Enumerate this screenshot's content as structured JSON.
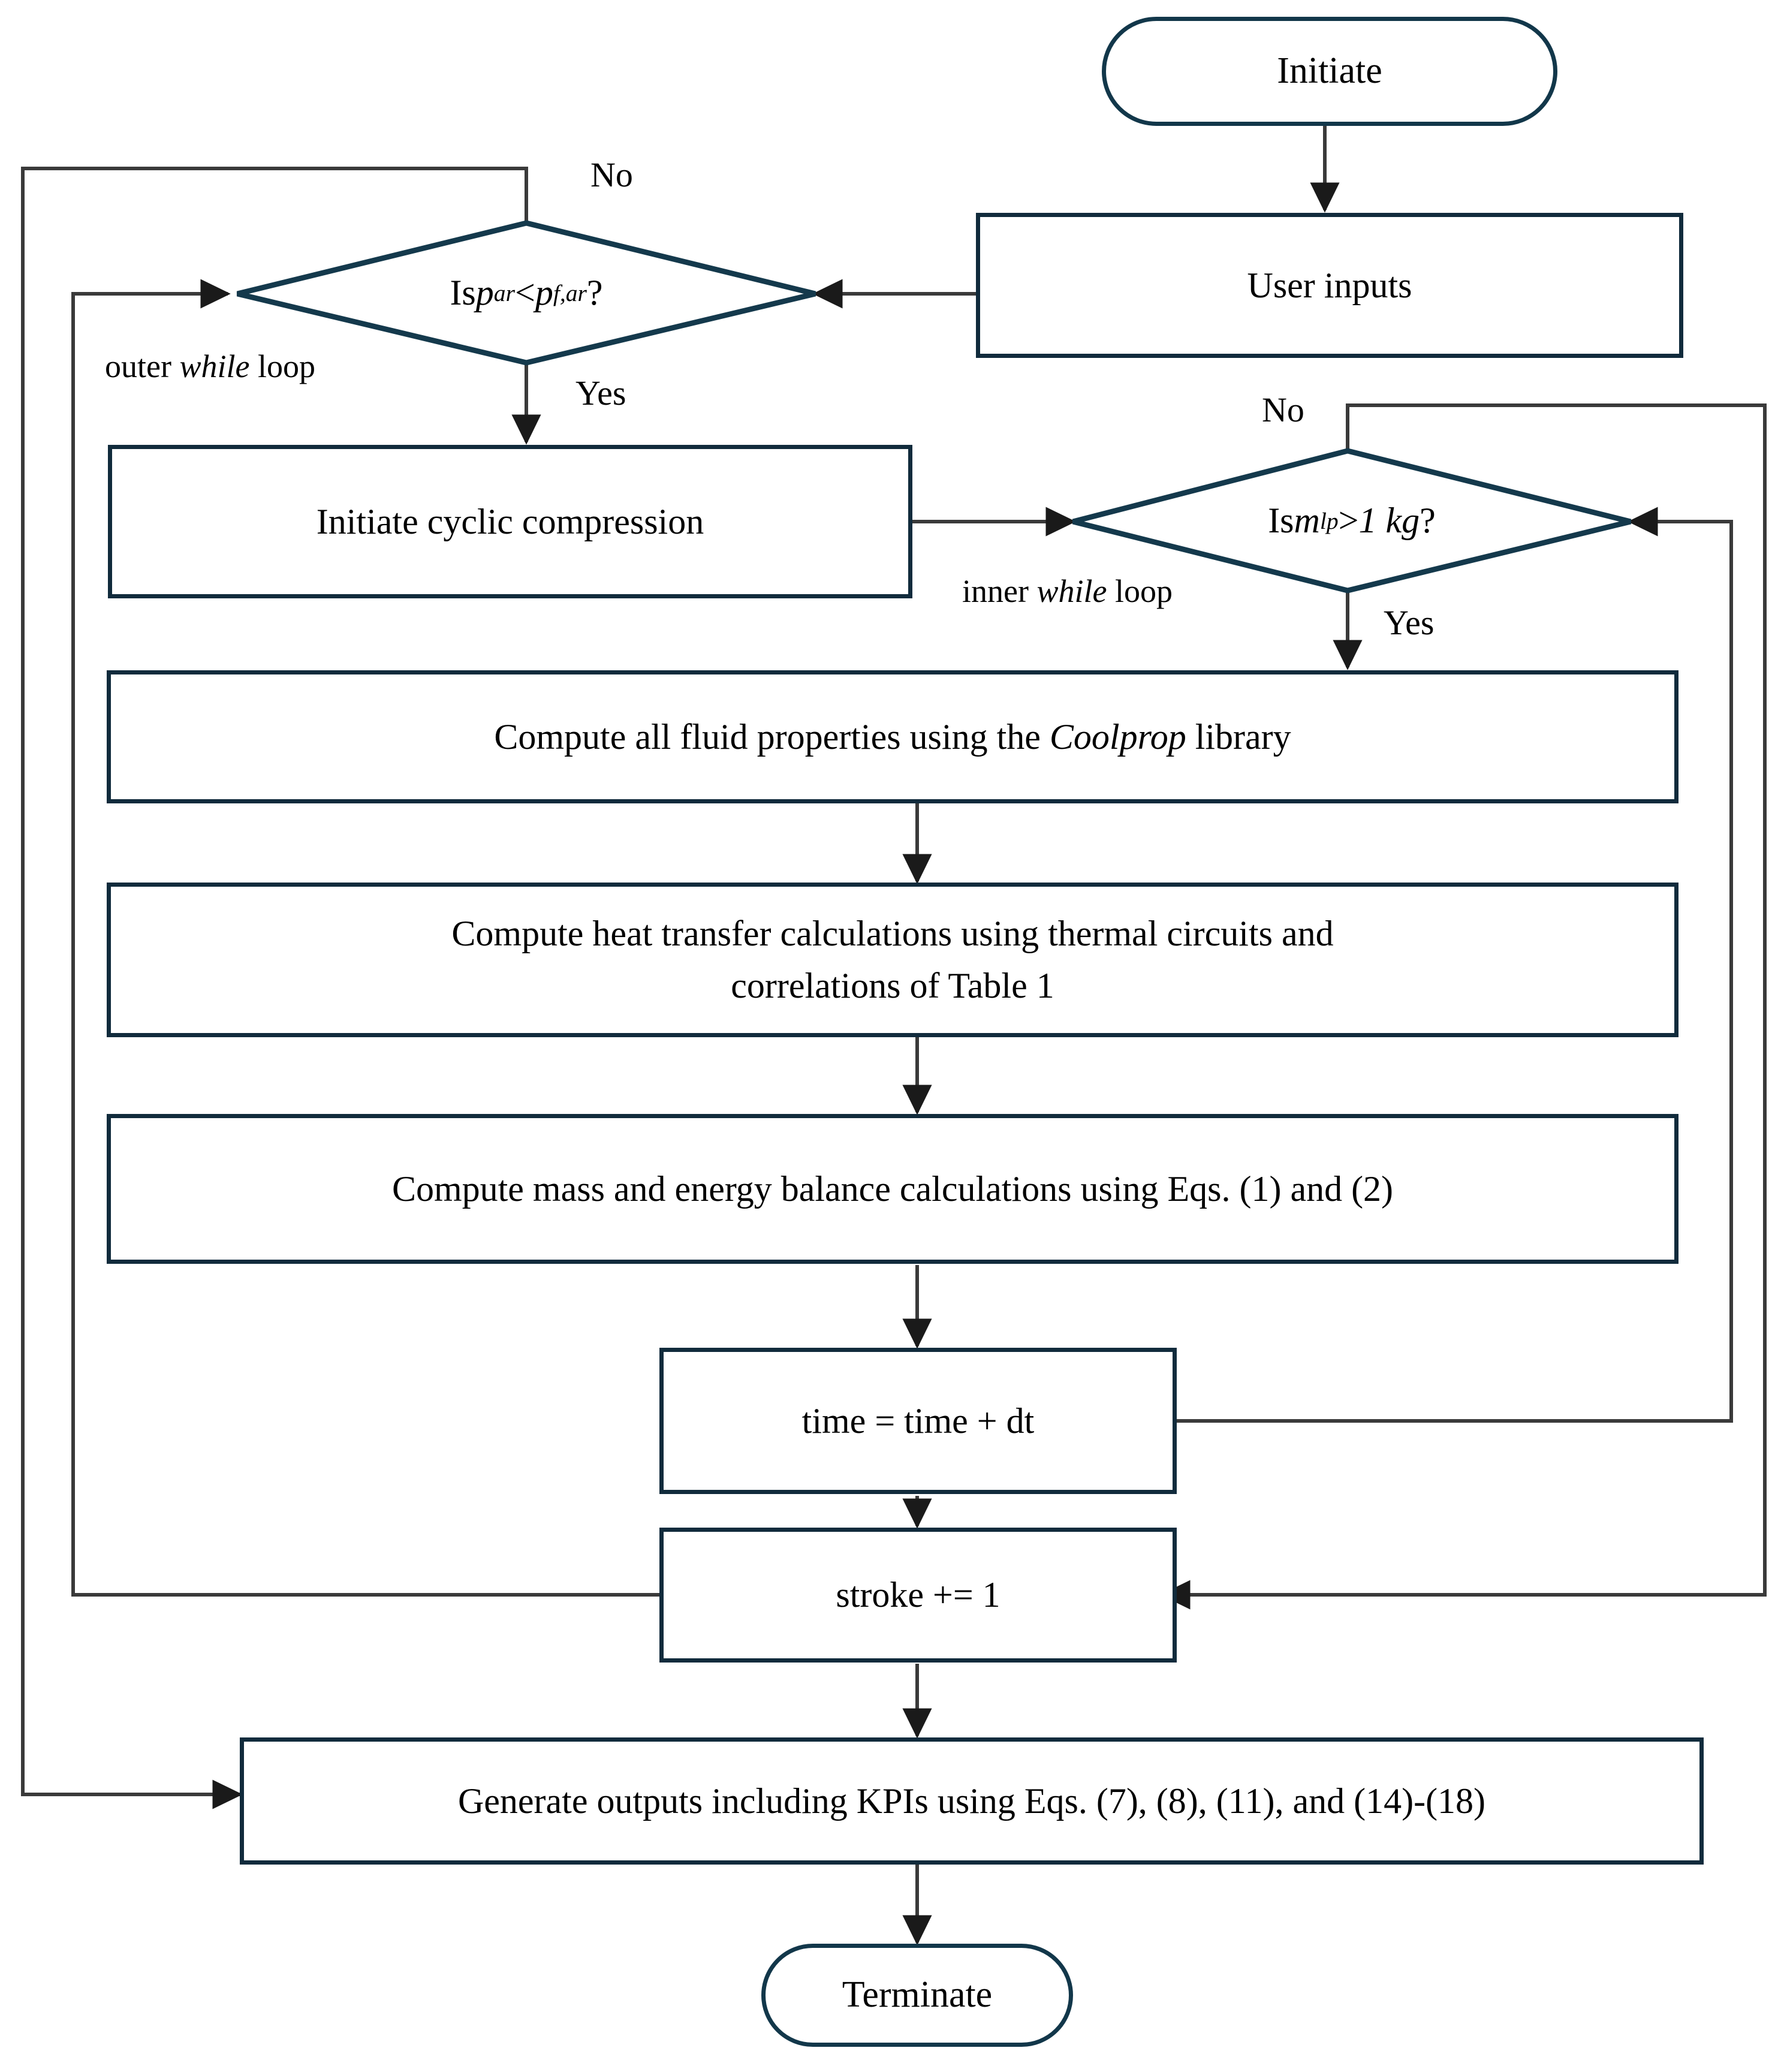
{
  "diagram": {
    "type": "flowchart",
    "title": "",
    "accent_color": "#112b3c",
    "line_color": "#3a3a3a",
    "background": "#ffffff"
  },
  "nodes": {
    "initiate": {
      "label": "Initiate",
      "shape": "terminator"
    },
    "user_inputs": {
      "label": "User inputs",
      "shape": "process"
    },
    "decision_outer": {
      "shape": "decision",
      "text_prefix": "Is ",
      "var1": "p",
      "var1_sub": "ar",
      "operator": " < ",
      "var2": "p",
      "var2_sub": "f,ar",
      "text_suffix": "?",
      "plain": "Is p_ar < p_f,ar?"
    },
    "decision_inner": {
      "shape": "decision",
      "text_prefix": "Is ",
      "var1": "m",
      "var1_sub": "lp",
      "operator": " > ",
      "value": "1 kg",
      "text_suffix": "?",
      "plain": "Is m_lp > 1 kg?"
    },
    "initiate_cyclic": {
      "label": "Initiate cyclic compression",
      "shape": "process"
    },
    "fluid_props": {
      "shape": "process",
      "part1": "Compute all fluid properties using the ",
      "emphasis": "Coolprop",
      "part2": " library",
      "plain": "Compute all fluid properties using the Coolprop library"
    },
    "heat_transfer": {
      "shape": "process",
      "line1": "Compute heat transfer calculations using thermal circuits and",
      "line2": "correlations of Table 1"
    },
    "mass_energy": {
      "shape": "process",
      "label": "Compute mass and energy balance calculations using Eqs. (1) and (2)"
    },
    "time_step": {
      "label": "time = time + dt",
      "shape": "process"
    },
    "stroke_inc": {
      "label": "stroke += 1",
      "shape": "process"
    },
    "generate_outputs": {
      "shape": "process",
      "label": "Generate outputs including KPIs using Eqs. (7), (8), (11), and (14)-(18)"
    },
    "terminate": {
      "label": "Terminate",
      "shape": "terminator"
    }
  },
  "labels": {
    "outer_no": "No",
    "outer_yes": "Yes",
    "inner_no": "No",
    "inner_yes": "Yes",
    "outer_loop_prefix": "outer ",
    "outer_loop_em": "while",
    "outer_loop_suffix": " loop",
    "inner_loop_prefix": "inner ",
    "inner_loop_em": "while",
    "inner_loop_suffix": " loop"
  },
  "edges": [
    {
      "from": "initiate",
      "to": "user_inputs",
      "label": ""
    },
    {
      "from": "user_inputs",
      "to": "decision_outer",
      "label": ""
    },
    {
      "from": "decision_outer",
      "to": "initiate_cyclic",
      "label": "Yes"
    },
    {
      "from": "decision_outer",
      "to": "generate_outputs",
      "label": "No"
    },
    {
      "from": "initiate_cyclic",
      "to": "decision_inner",
      "label": ""
    },
    {
      "from": "decision_inner",
      "to": "fluid_props",
      "label": "Yes"
    },
    {
      "from": "decision_inner",
      "to": "stroke_inc",
      "label": "No"
    },
    {
      "from": "fluid_props",
      "to": "heat_transfer",
      "label": ""
    },
    {
      "from": "heat_transfer",
      "to": "mass_energy",
      "label": ""
    },
    {
      "from": "mass_energy",
      "to": "time_step",
      "label": ""
    },
    {
      "from": "time_step",
      "to": "decision_inner",
      "label": ""
    },
    {
      "from": "time_step",
      "to": "stroke_inc",
      "label": ""
    },
    {
      "from": "stroke_inc",
      "to": "decision_outer",
      "label": ""
    },
    {
      "from": "stroke_inc",
      "to": "generate_outputs",
      "label": ""
    },
    {
      "from": "generate_outputs",
      "to": "terminate",
      "label": ""
    }
  ]
}
